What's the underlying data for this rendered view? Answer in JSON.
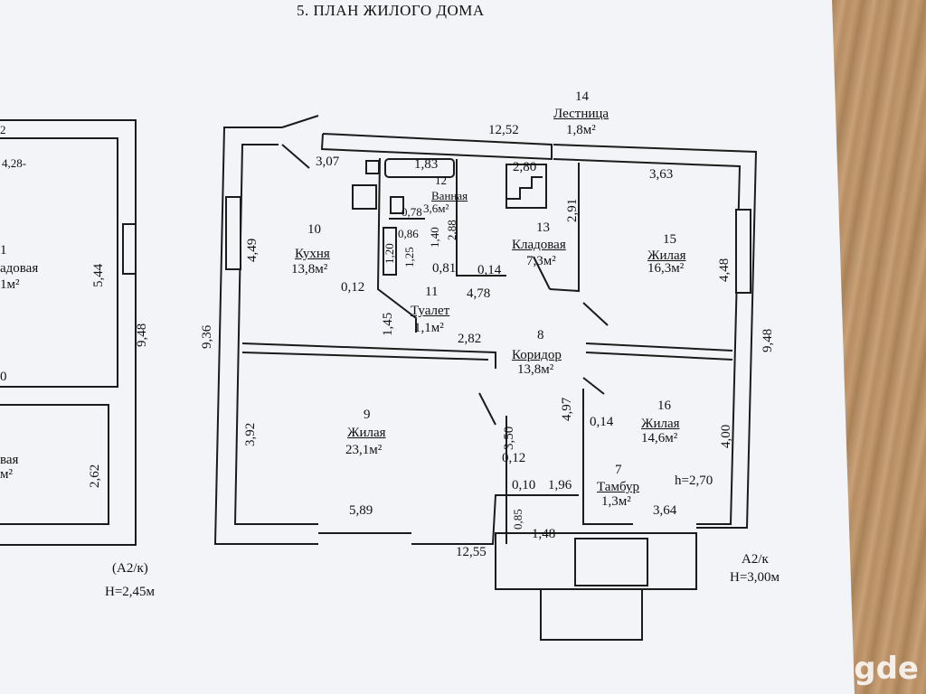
{
  "title": "5. ПЛАН ЖИЛОГО ДОМА",
  "left_building": {
    "d_top": "2",
    "d_428": "4,28-",
    "room1_num": "1",
    "room1_name": "адовая",
    "room1_area": "1м²",
    "d_544": "5,44",
    "d_948": "9,48",
    "d_0": "0",
    "room2_name": "вая",
    "room2_area": "м²",
    "d_262": "2,62",
    "code": "(А2/к)",
    "height": "H=2,45м"
  },
  "rooms": [
    {
      "num": "14",
      "name": "Лестница",
      "area": "1,8м²"
    },
    {
      "num": "12",
      "name": "Ванная",
      "area": "3,6м²"
    },
    {
      "num": "10",
      "name": "Кухня",
      "area": "13,8м²"
    },
    {
      "num": "13",
      "name": "Кладовая",
      "area": "7,3м²"
    },
    {
      "num": "15",
      "name": "Жилая",
      "area": "16,3м²"
    },
    {
      "num": "11",
      "name": "Туалет",
      "area": "1,1м²"
    },
    {
      "num": "8",
      "name": "Коридор",
      "area": "13,8м²"
    },
    {
      "num": "9",
      "name": "Жилая",
      "area": "23,1м²"
    },
    {
      "num": "16",
      "name": "Жилая",
      "area": "14,6м²"
    },
    {
      "num": "7",
      "name": "Тамбур",
      "area": "1,3м²"
    }
  ],
  "dims": {
    "d1252": "12,52",
    "d307": "3,07",
    "d183": "1,83",
    "d280": "2,80",
    "d363": "3,63",
    "d078": "0,78",
    "d291": "2,91",
    "d449": "4,49",
    "d086": "0,86",
    "d140": "1,40",
    "d288": "2,88",
    "d120": "1,20",
    "d125": "1,25",
    "d081": "0,81",
    "d014a": "0,14",
    "d448": "4,48",
    "d012a": "0,12",
    "d478": "4,78",
    "d936": "9,36",
    "d145": "1,45",
    "d282": "2,82",
    "d948r": "9,48",
    "d497": "4,97",
    "d014b": "0,14",
    "d392": "3,92",
    "d350": "3,50",
    "d012b": "0,12",
    "d400": "4,00",
    "h270": "h=2,70",
    "d010": "0,10",
    "d196": "1,96",
    "d589": "5,89",
    "d085": "0,85",
    "d148": "1,48",
    "d364": "3,64",
    "d1255": "12,55"
  },
  "footer": {
    "code": "А2/к",
    "height": "H=3,00м"
  },
  "watermark": "gde"
}
